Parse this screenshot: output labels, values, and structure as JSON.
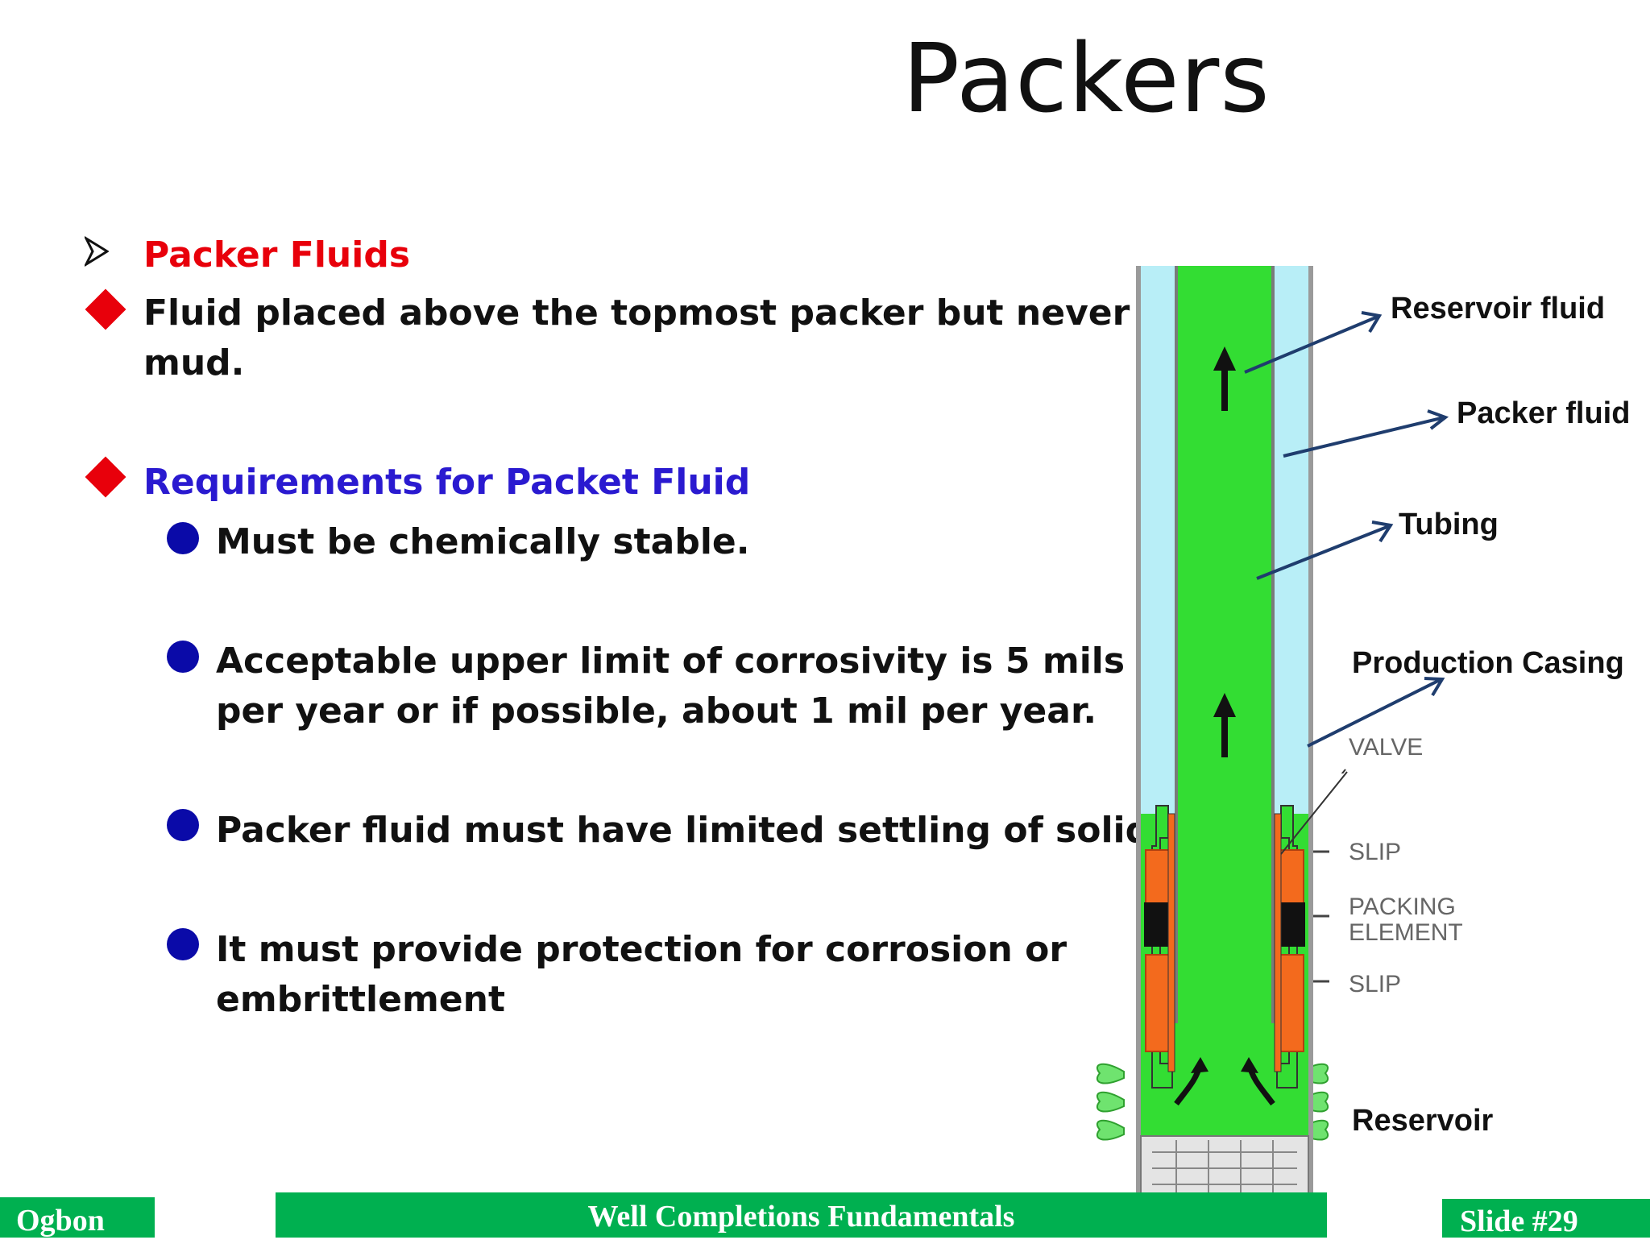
{
  "title": "Packers",
  "section": {
    "label": "Packer Fluids",
    "color": "#e8000b"
  },
  "bullets": [
    {
      "text1": "Fluid placed above the topmost packer but never",
      "text2": "mud."
    },
    {
      "text": "Requirements for Packet Fluid",
      "color": "#2a1ad0"
    }
  ],
  "sub_bullets": [
    {
      "text1": "Must be chemically stable.",
      "text2": ""
    },
    {
      "text1": "Acceptable upper limit of corrosivity is 5 mils",
      "text2": "per year or if possible, about 1 mil per year."
    },
    {
      "text1": "Packer fluid must have limited settling of solids.",
      "text2": ""
    },
    {
      "text1": "It must provide protection for corrosion or",
      "text2": "embrittlement"
    }
  ],
  "diagram": {
    "labels": {
      "reservoir_fluid": "Reservoir  fluid",
      "packer_fluid": "Packer fluid",
      "tubing": "Tubing",
      "production_casing": "Production Casing",
      "reservoir": "Reservoir"
    },
    "component_labels": {
      "valve": "VALVE",
      "slip_top": "SLIP",
      "packing_1": "PACKING",
      "packing_2": "ELEMENT",
      "slip_bottom": "SLIP"
    },
    "colors": {
      "tubing": "#33dd33",
      "annulus": "#b8eef7",
      "casing": "#aaaaaa",
      "arrow": "#1f3d6e",
      "slip": "#f36a1d"
    }
  },
  "footer": {
    "left": "Ogbon",
    "center": "Well Completions Fundamentals",
    "right": "Slide #29",
    "color": "#00b050"
  }
}
